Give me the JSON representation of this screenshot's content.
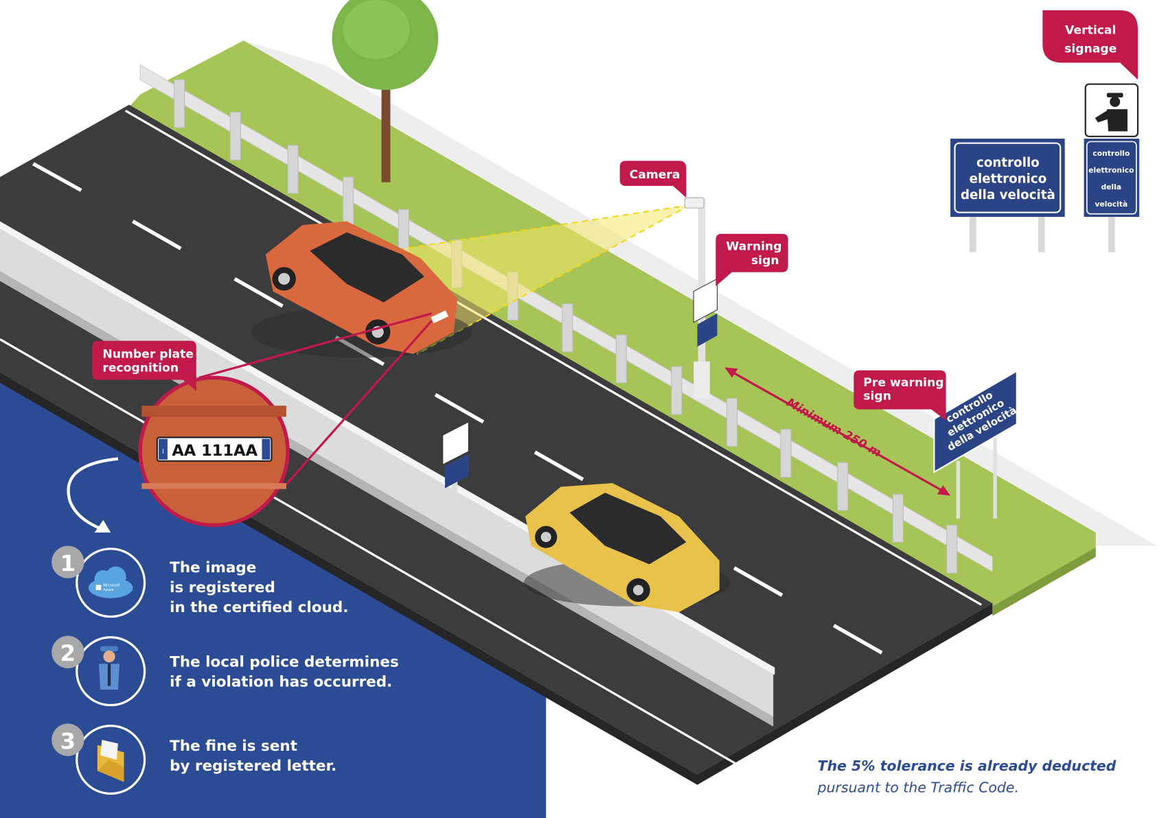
{
  "colors": {
    "blue_panel": "#2b4c94",
    "road": "#3c3c3e",
    "grass": "#a6c556",
    "callout": "#c0194a",
    "sign_blue": "#2a4486",
    "car_orange": "#d9683f",
    "car_yellow": "#e8c24a",
    "beam": "#f4e86a"
  },
  "callouts": {
    "camera": "Camera",
    "warning_sign": [
      "Warning",
      "sign"
    ],
    "number_plate": [
      "Number plate",
      "recognition"
    ],
    "pre_warning": [
      "Pre warning",
      "sign"
    ],
    "vertical_signage": [
      "Vertical",
      "signage"
    ]
  },
  "plate": {
    "text": "AA 111AA",
    "country": "I"
  },
  "distance_label": "Minimum 250 m",
  "signs": {
    "large": [
      "controllo",
      "elettronico",
      "della velocità"
    ],
    "tall": [
      "controllo",
      "elettronico",
      "della",
      "velocità"
    ],
    "pre_warning": [
      "controllo",
      "elettronico",
      "della velocità"
    ]
  },
  "cloud_logo": [
    "Microsoft",
    "Azure"
  ],
  "steps": [
    {
      "number": "1",
      "icon": "cloud-icon",
      "lines": [
        "The image",
        "is registered",
        "in the certified cloud."
      ]
    },
    {
      "number": "2",
      "icon": "police-officer-icon",
      "lines": [
        "The local police determines",
        "if a violation has occurred."
      ]
    },
    {
      "number": "3",
      "icon": "envelope-icon",
      "lines": [
        "The fine is sent",
        "by registered letter."
      ]
    }
  ],
  "footnote": {
    "line1": "The 5% tolerance is already deducted",
    "line2": "pursuant to the Traffic Code."
  }
}
